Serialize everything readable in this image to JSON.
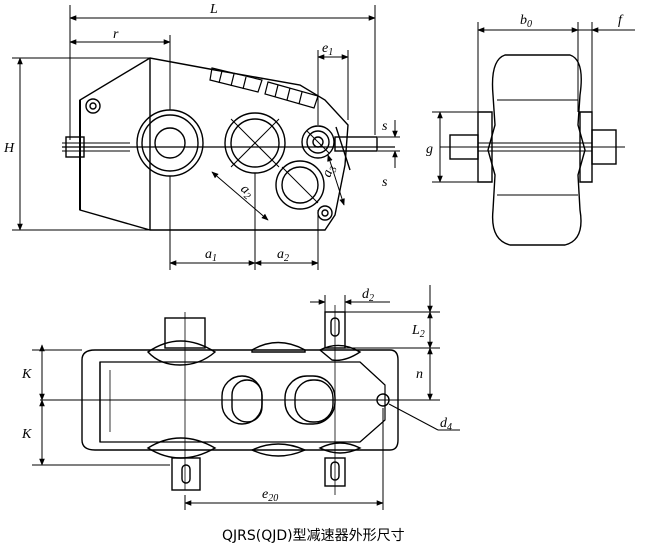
{
  "caption": "QJRS(QJD)型减速器外形尺寸",
  "front_view": {
    "labels": {
      "L": "L",
      "r": "r",
      "e1": "e",
      "e1_sub": "1",
      "H": "H",
      "s_top": "s",
      "s_bottom": "s",
      "a1": "a",
      "a1_sub": "1",
      "a2": "a",
      "a2_sub": "2",
      "a2_diag": "a",
      "a2_diag_sub": "2",
      "a3": "a",
      "a3_sub": "3"
    }
  },
  "side_view": {
    "labels": {
      "b0": "b",
      "b0_sub": "0",
      "f": "f",
      "g": "g"
    }
  },
  "top_view": {
    "labels": {
      "d2": "d",
      "d2_sub": "2",
      "L2": "L",
      "L2_sub": "2",
      "n": "n",
      "K_upper": "K",
      "K_lower": "K",
      "d4": "d",
      "d4_sub": "4",
      "e20": "e",
      "e20_sub": "20"
    }
  }
}
